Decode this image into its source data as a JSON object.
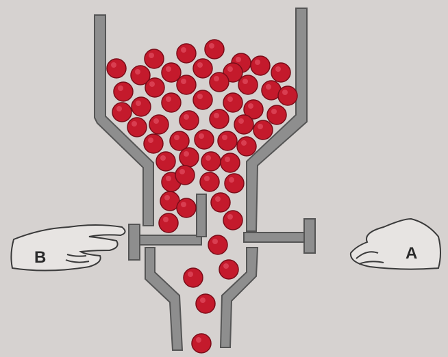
{
  "diagram": {
    "hands": [
      {
        "id": "left",
        "label": "B"
      },
      {
        "id": "right",
        "label": "A"
      }
    ]
  },
  "colors": {
    "background": "#d6d2d0",
    "wall": "#8e8e8e",
    "wall_edge": "#555555",
    "ball": "#c41a2c",
    "ball_edge": "#7a0c18",
    "hand_outline": "#3a3a3a",
    "hand_fill": "#e7e4e2"
  }
}
